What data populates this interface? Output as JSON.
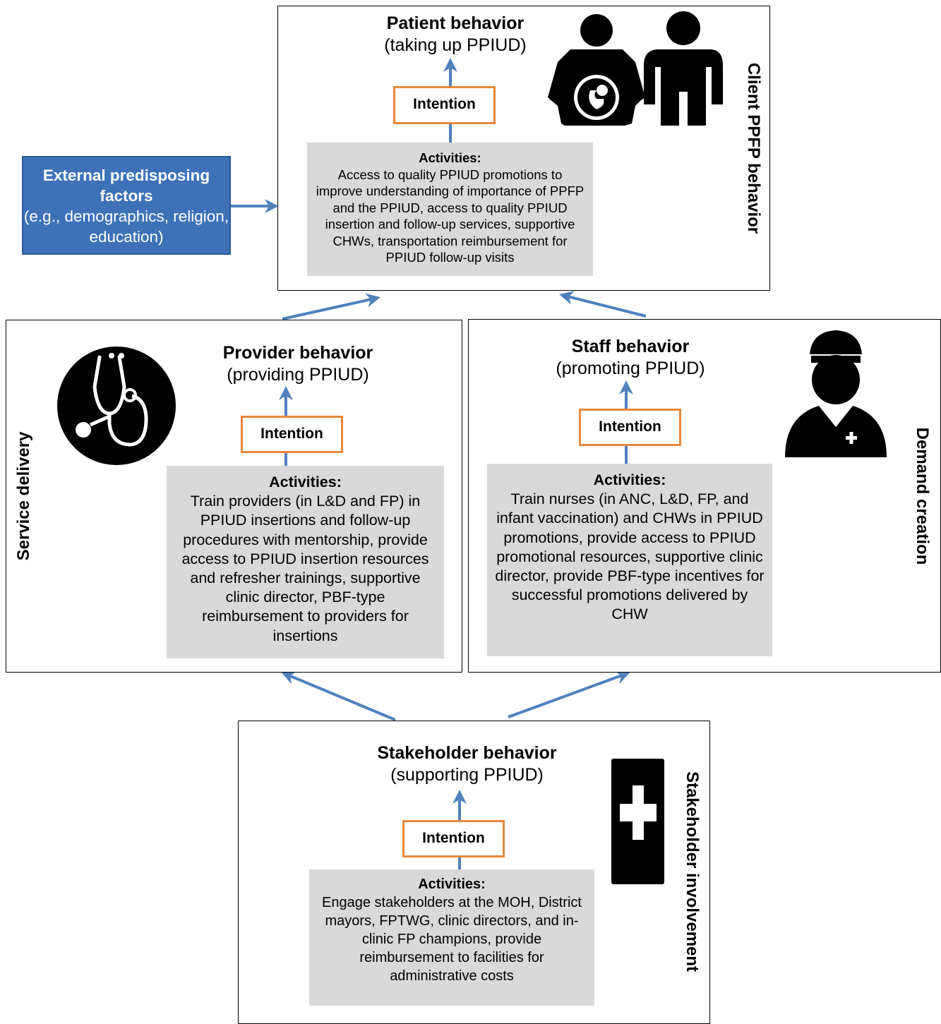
{
  "external": {
    "title": "External predisposing factors",
    "text": "(e.g., demographics, religion, education)"
  },
  "client": {
    "side_label": "Client PPFP behavior",
    "title": "Patient behavior",
    "subtitle": "(taking up PPIUD)",
    "intention": "Intention",
    "activities_heading": "Activities:",
    "activities_text": "Access to quality PPIUD promotions to improve understanding of importance of PPFP and the PPIUD, access to quality PPIUD insertion and follow-up services, supportive CHWs, transportation reimbursement for PPIUD follow-up visits"
  },
  "provider": {
    "side_label": "Service delivery",
    "title": "Provider behavior",
    "subtitle": "(providing PPIUD)",
    "intention": "Intention",
    "activities_heading": "Activities:",
    "activities_text": "Train providers (in L&D and FP) in PPIUD insertions and follow-up procedures with mentorship, provide access to PPIUD insertion resources and refresher trainings, supportive clinic director, PBF-type reimbursement to providers for insertions"
  },
  "staff": {
    "side_label": "Demand creation",
    "title": "Staff behavior",
    "subtitle": "(promoting PPIUD)",
    "intention": "Intention",
    "activities_heading": "Activities:",
    "activities_text": "Train nurses (in ANC, L&D, FP, and infant vaccination) and CHWs in PPIUD promotions, provide access to PPIUD promotional resources, supportive clinic director, provide PBF-type incentives for successful promotions delivered by CHW"
  },
  "stakeholder": {
    "side_label": "Stakeholder involvement",
    "title": "Stakeholder behavior",
    "subtitle": "(supporting PPIUD)",
    "intention": "Intention",
    "activities_heading": "Activities:",
    "activities_text": "Engage stakeholders at the MOH, District mayors, FPTWG, clinic directors, and in-clinic FP champions, provide reimbursement to facilities for administrative costs"
  },
  "colors": {
    "arrow": "#4F81BD",
    "intention_border": "#E8883A",
    "activities_fill": "#D9D9D9",
    "external_fill": "#3D72B8"
  },
  "icons": [
    "pregnant-woman-icon",
    "man-icon",
    "stethoscope-icon",
    "nurse-icon",
    "medical-cross-icon"
  ]
}
